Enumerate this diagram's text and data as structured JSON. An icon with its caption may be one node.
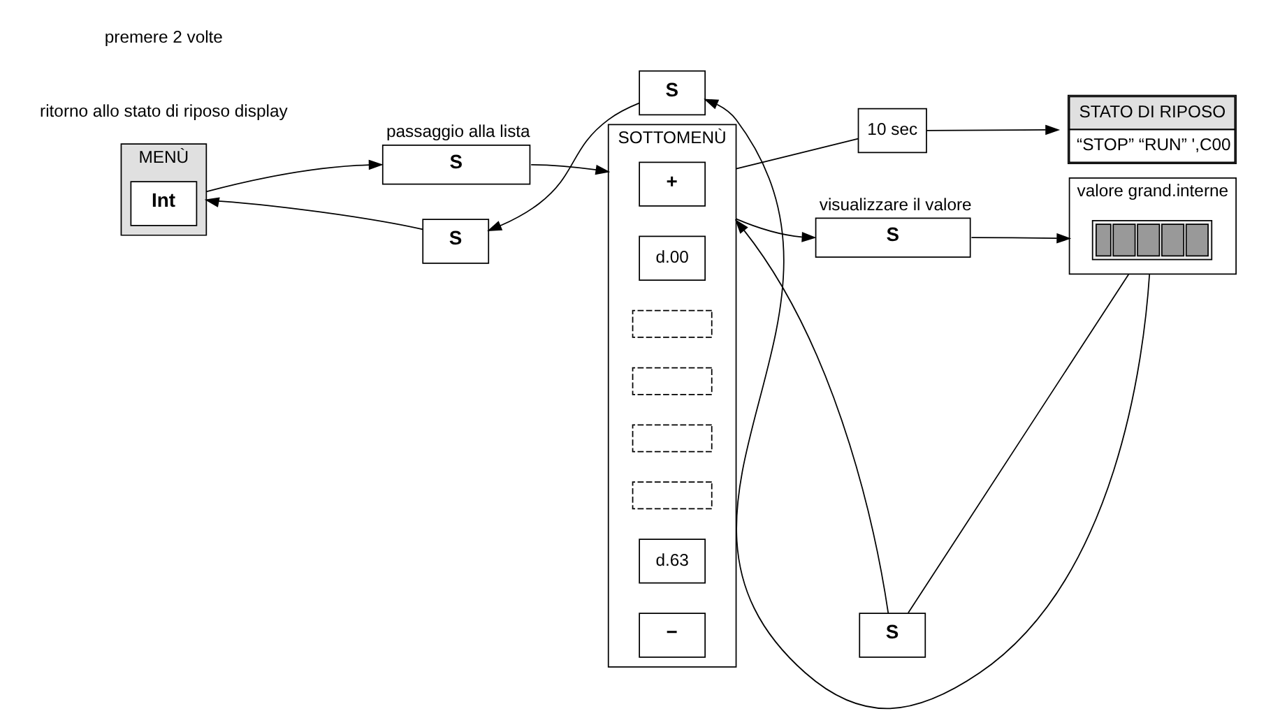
{
  "diagram": {
    "nodes": [
      {
        "text": [
          "STATO DI RIPOSO",
          "“STOP” “RUN” ',C00"
        ]
      },
      {
        "text": [
          "10 sec"
        ]
      },
      {
        "text": [
          "MENÙ"
        ]
      },
      {
        "text": [
          "Int"
        ],
        "in": 2
      },
      {
        "text": [
          "S"
        ],
        "beside": [
          "passaggio alla lista"
        ]
      },
      {
        "text": [
          "SOTTOMENÙ"
        ]
      },
      {
        "text": [
          "+"
        ],
        "in": 5
      },
      {
        "text": [
          "d.00"
        ],
        "in": 5
      },
      {
        "text": [],
        "shape": "box",
        "in": 5
      },
      {
        "text": [],
        "shape": "box",
        "in": 5
      },
      {
        "text": [],
        "shape": "box",
        "in": 5
      },
      {
        "text": [],
        "shape": "box",
        "in": 5
      },
      {
        "text": [
          "d.63"
        ],
        "in": 5
      },
      {
        "text": [
          "−"
        ],
        "in": 5
      },
      {
        "text": [
          "S"
        ]
      },
      {
        "text": [
          "S"
        ]
      },
      {
        "text": [
          "S"
        ],
        "beside": [
          "visualizzare il valore"
        ]
      },
      {
        "text": [
          "valore grand.interne"
        ]
      },
      {
        "text": [],
        "shape": "picture",
        "in": 17
      },
      {
        "text": [
          "S"
        ]
      }
    ],
    "edges": [
      {
        "from": 5,
        "to": 1,
        "arrow": "none"
      },
      {
        "from": 1,
        "to": 0,
        "arrow": "to"
      },
      {
        "from": 2,
        "to": 4,
        "arrow": "to"
      },
      {
        "from": 4,
        "to": 5,
        "arrow": "to"
      },
      {
        "from": 5,
        "to": 16,
        "arrow": "to"
      },
      {
        "from": 16,
        "to": 17,
        "arrow": "to"
      },
      {
        "from": 17,
        "to": 19,
        "arrow": "none"
      },
      {
        "from": 19,
        "to": 5,
        "arrow": "to"
      },
      {
        "from": 17,
        "to": 15,
        "arrow": "to"
      },
      {
        "from": 15,
        "to": 14,
        "arrow": "to"
      },
      {
        "from": 14,
        "to": 2,
        "arrow": "to"
      }
    ],
    "labels": [
      "ritorno allo stato di riposo display",
      "premere 2 volte"
    ]
  }
}
